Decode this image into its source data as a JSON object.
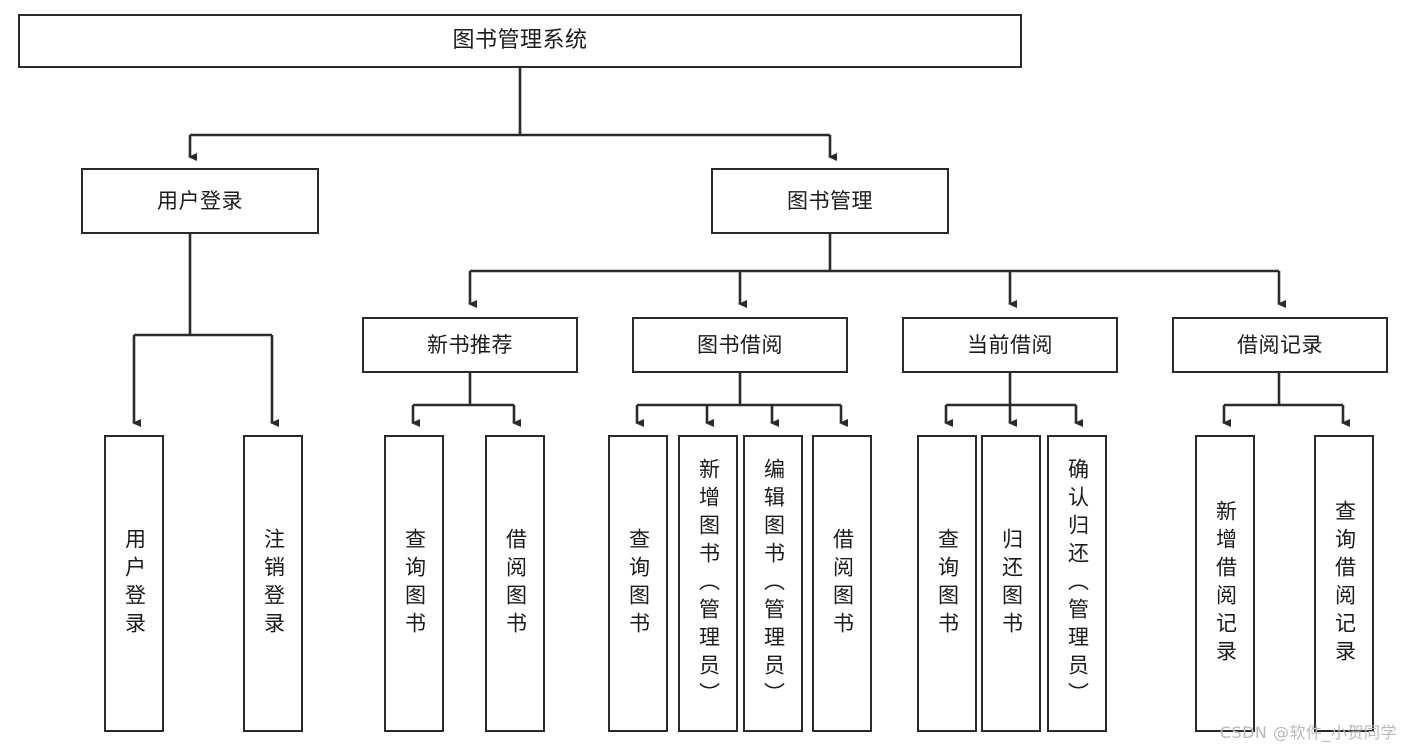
{
  "diagram": {
    "title": "图书管理系统",
    "type": "tree",
    "root": {
      "label": "图书管理系统"
    },
    "level2": [
      {
        "label": "用户登录"
      },
      {
        "label": "图书管理"
      }
    ],
    "level3": [
      {
        "label": "新书推荐"
      },
      {
        "label": "图书借阅"
      },
      {
        "label": "当前借阅"
      },
      {
        "label": "借阅记录"
      }
    ],
    "leaves": {
      "user_login": [
        {
          "label": "用户登录"
        },
        {
          "label": "注销登录"
        }
      ],
      "new_book_recommend": [
        {
          "label": "查询图书"
        },
        {
          "label": "借阅图书"
        }
      ],
      "book_borrow": [
        {
          "label": "查询图书"
        },
        {
          "label": "新增图书（管理员）"
        },
        {
          "label": "编辑图书（管理员）"
        },
        {
          "label": "借阅图书"
        }
      ],
      "current_borrow": [
        {
          "label": "查询图书"
        },
        {
          "label": "归还图书"
        },
        {
          "label": "确认归还（管理员）"
        }
      ],
      "borrow_record": [
        {
          "label": "新增借阅记录"
        },
        {
          "label": "查询借阅记录"
        }
      ]
    },
    "colors": {
      "border": "#2b2b2b",
      "background": "#ffffff",
      "text": "#1b1b1b",
      "watermark": "#b9b9b9"
    }
  },
  "watermark": {
    "text": "CSDN @软件_小贺同学"
  }
}
